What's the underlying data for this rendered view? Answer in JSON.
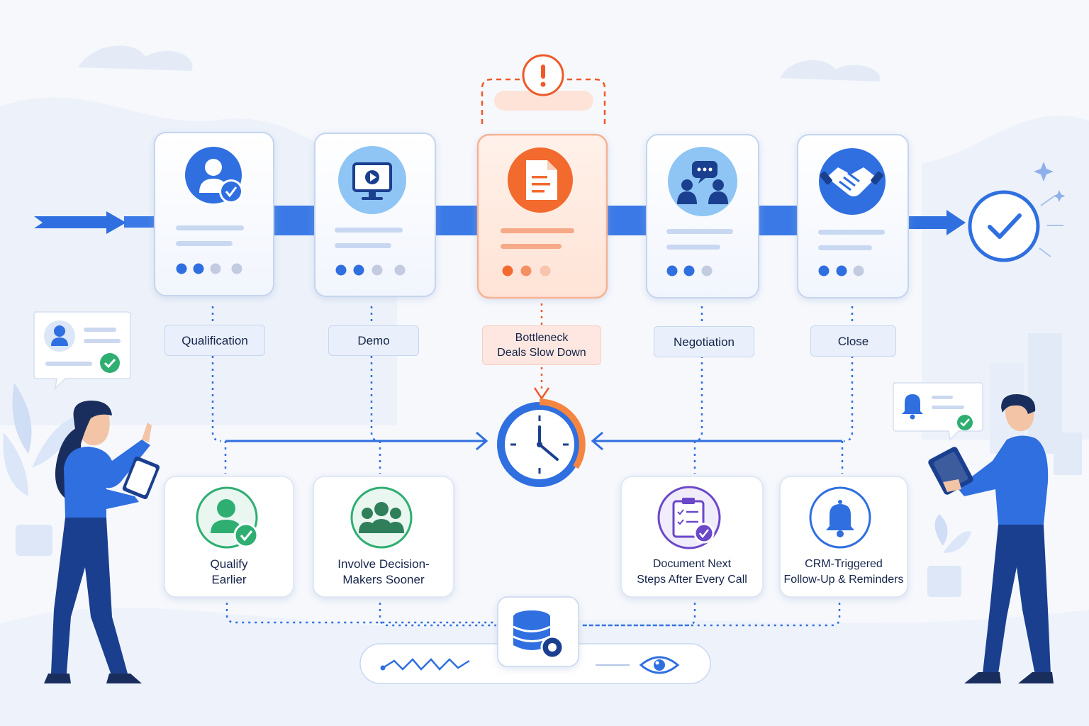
{
  "stages": [
    {
      "label": "Qualification",
      "icon": "user-check-icon"
    },
    {
      "label": "Demo",
      "icon": "monitor-play-icon"
    },
    {
      "label": "Bottleneck",
      "sublabel": "Deals Slow Down",
      "icon": "document-icon",
      "highlight": true
    },
    {
      "label": "Negotiation",
      "icon": "chat-people-icon"
    },
    {
      "label": "Close",
      "icon": "handshake-icon"
    }
  ],
  "solutions": [
    {
      "line1": "Qualify",
      "line2": "Earlier",
      "icon": "user-check-icon"
    },
    {
      "line1": "Involve Decision-",
      "line2": "Makers Sooner",
      "icon": "team-icon"
    },
    {
      "line1": "Document Next",
      "line2": "Steps After Every Call",
      "icon": "clipboard-check-icon"
    },
    {
      "line1": "CRM-Triggered",
      "line2": "Follow-Up & Reminders",
      "icon": "bell-icon"
    }
  ],
  "center_icon": "clock-icon",
  "alert_icon": "exclamation-icon",
  "done_icon": "checkmark-circle-icon",
  "crm_icon": "database-gear-icon",
  "colors": {
    "primary": "#2f6fe0",
    "accent": "#f26a2e",
    "green": "#2fae72",
    "purple": "#6a48c9",
    "navy": "#1b3f8f"
  }
}
